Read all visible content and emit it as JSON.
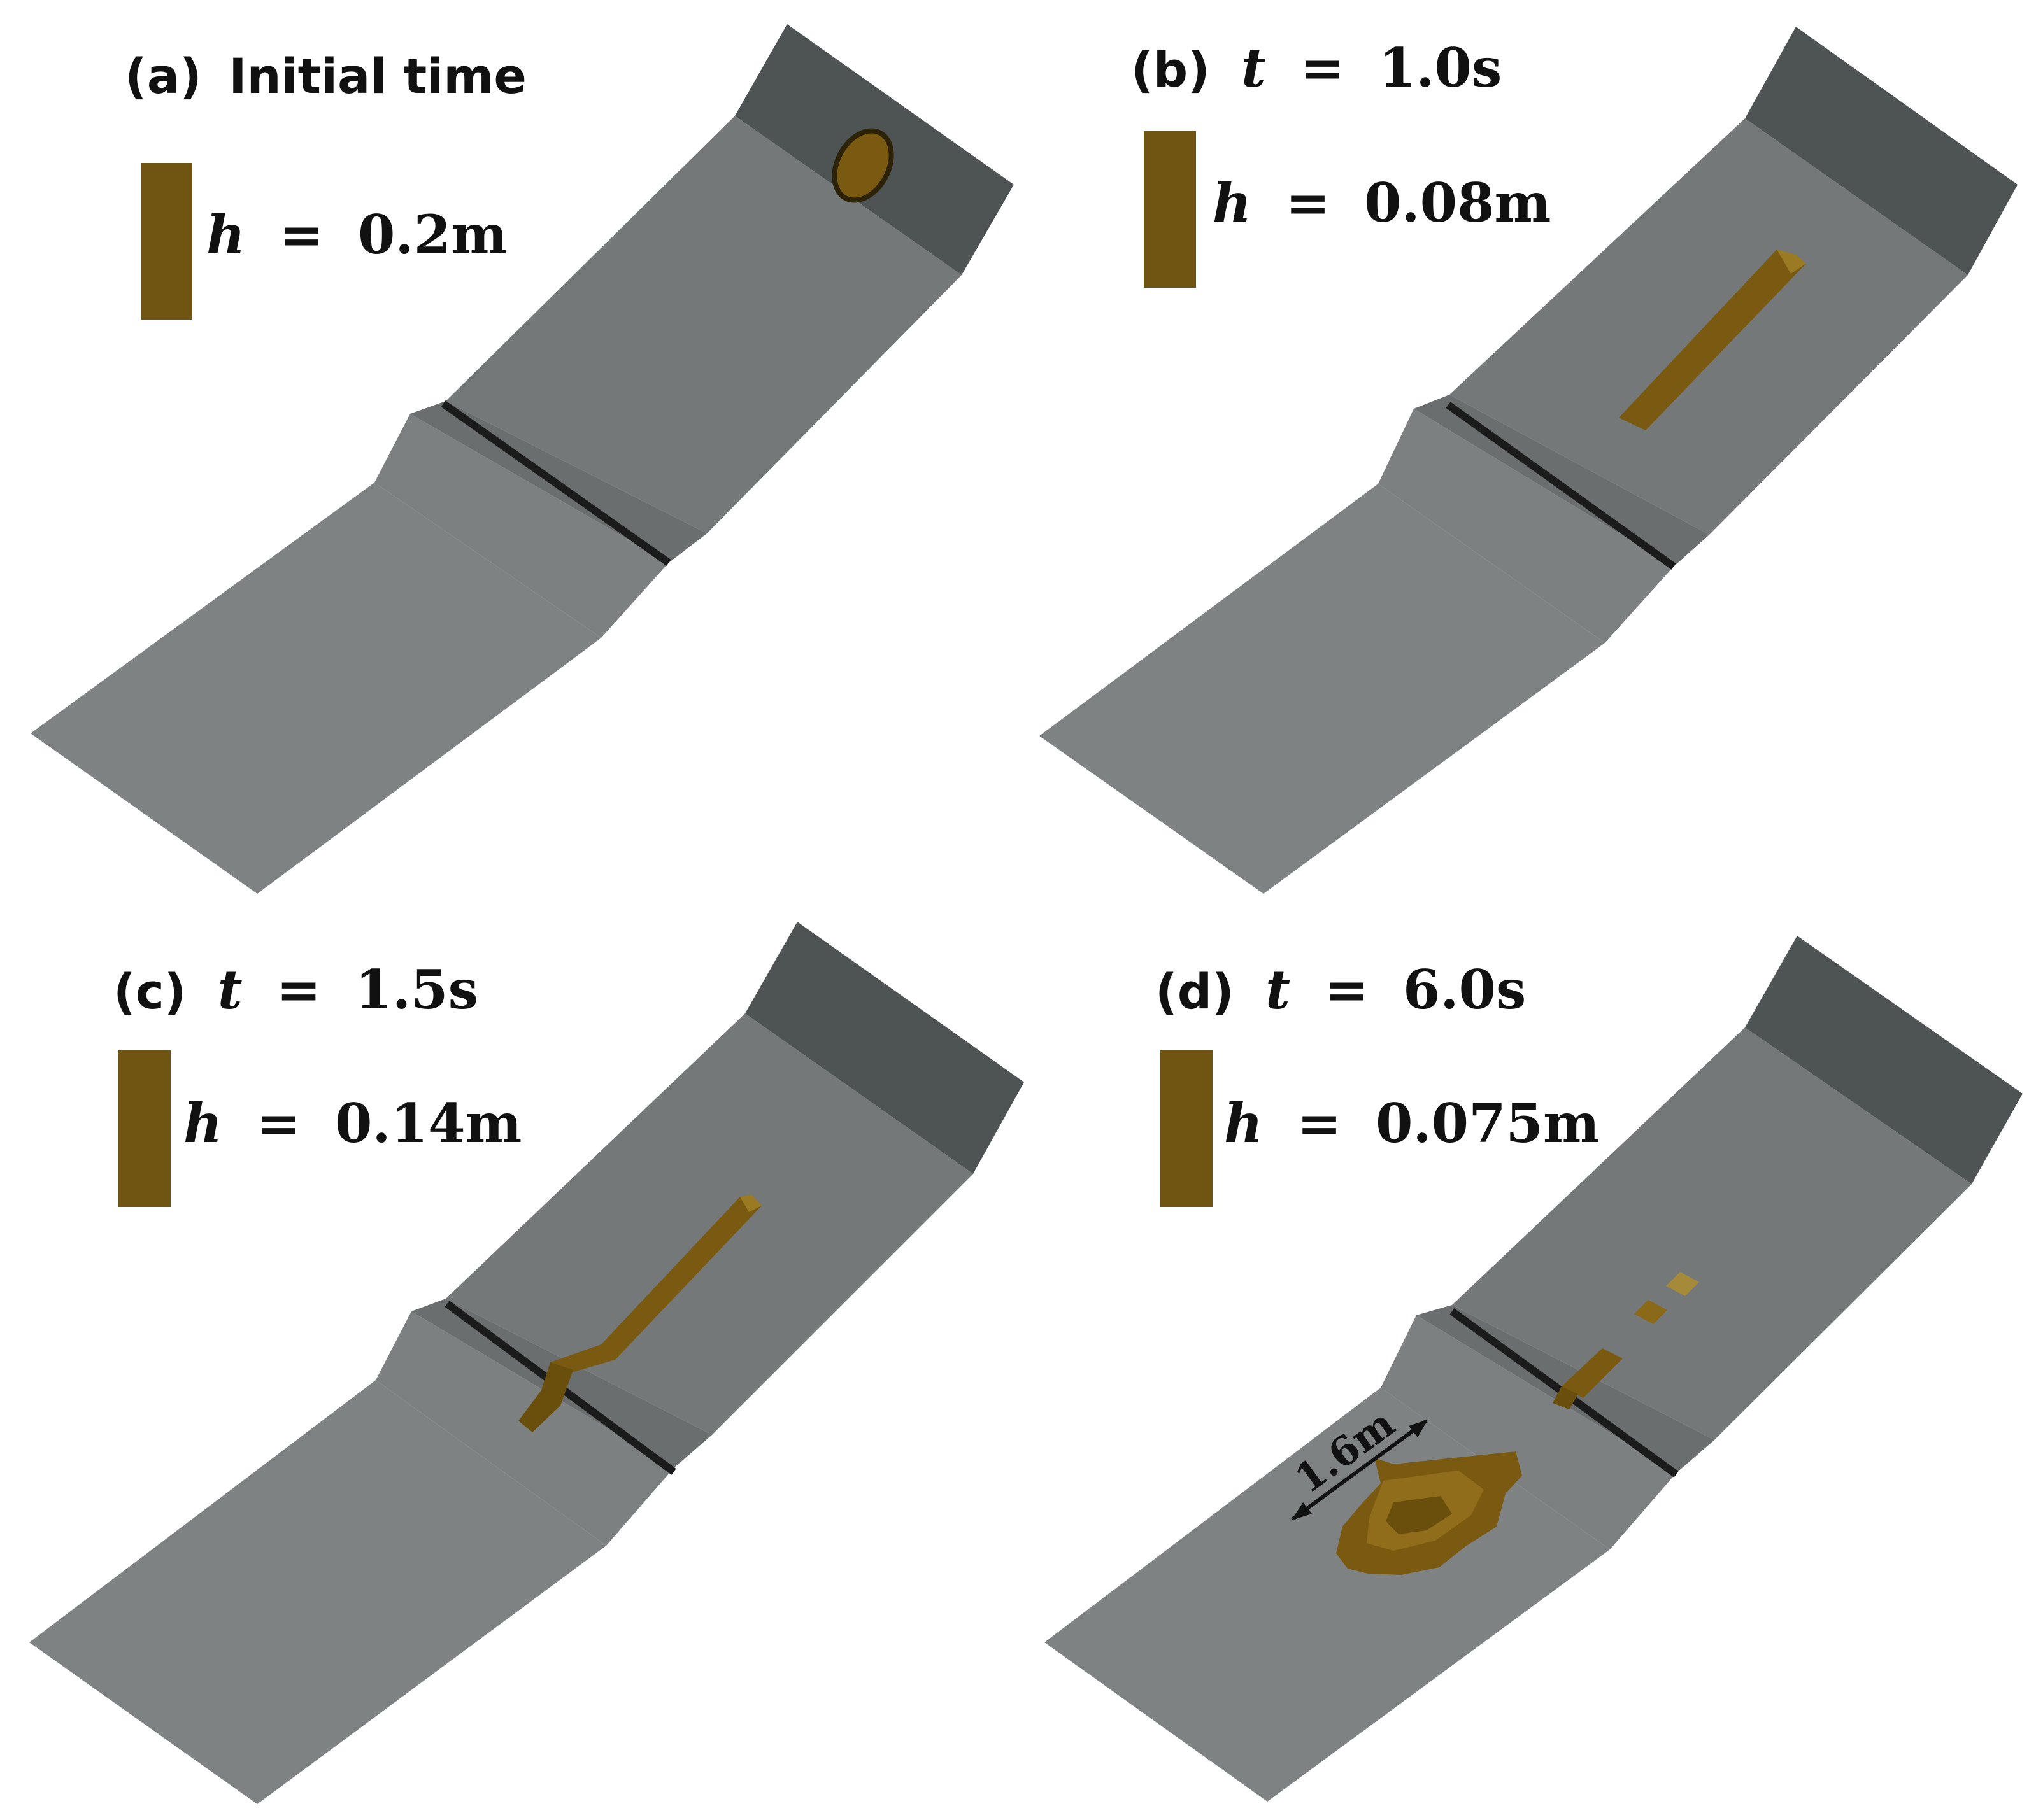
{
  "figure": {
    "panels": [
      {
        "id": "a",
        "label": "(a)",
        "title": "Initial time",
        "time_var": "",
        "time_eq": "",
        "time_value": "",
        "height_var": "h",
        "height_eq": "=",
        "height_value": "0.2m"
      },
      {
        "id": "b",
        "label": "(b)",
        "title": "",
        "time_var": "t",
        "time_eq": "=",
        "time_value": "1.0s",
        "height_var": "h",
        "height_eq": "=",
        "height_value": "0.08m"
      },
      {
        "id": "c",
        "label": "(c)",
        "title": "",
        "time_var": "t",
        "time_eq": "=",
        "time_value": "1.5s",
        "height_var": "h",
        "height_eq": "=",
        "height_value": "0.14m"
      },
      {
        "id": "d",
        "label": "(d)",
        "title": "",
        "time_var": "t",
        "time_eq": "=",
        "time_value": "6.0s",
        "height_var": "h",
        "height_eq": "=",
        "height_value": "0.075m",
        "dimension_label": "1.6m"
      }
    ],
    "colors": {
      "background": "#ffffff",
      "slope_light": "#7d8080",
      "slope_mid": "#747878",
      "slope_dark": "#5a5e5e",
      "top_block": "#4e5353",
      "crease_dark": "#6a6e6e",
      "gate_line": "#1b1b1b",
      "debris": "#7a5a10",
      "debris_light": "#8f6d1a",
      "debris_dark": "#5c430a",
      "legend_bar": "#6f5412",
      "text": "#111111"
    }
  }
}
